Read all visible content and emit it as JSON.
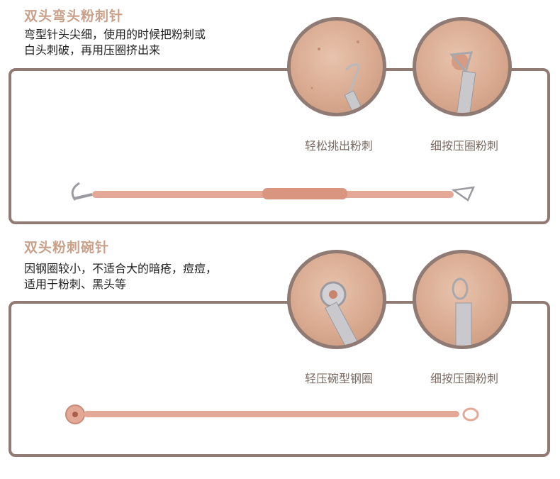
{
  "sections": [
    {
      "title": "双头弯头粉刺针",
      "desc_line1": "弯型针头尖细，使用的时候把粉刺或",
      "desc_line2": "白头刺破，再用压圈挤出来",
      "captions": [
        "轻松挑出粉刺",
        "细按压圈粉刺"
      ]
    },
    {
      "title": "双头粉刺碗针",
      "desc_line1": "因钢圈较小，不适合大的暗疮，痘痘，",
      "desc_line2": "适用于粉刺、黑头等",
      "captions": [
        "轻压碗型钢圈",
        "细按压圈粉刺"
      ]
    }
  ],
  "colors": {
    "title": "#c9a08a",
    "border": "#8f7a74",
    "rose_gold": "#e3a996",
    "skin": "#d9aa90"
  }
}
